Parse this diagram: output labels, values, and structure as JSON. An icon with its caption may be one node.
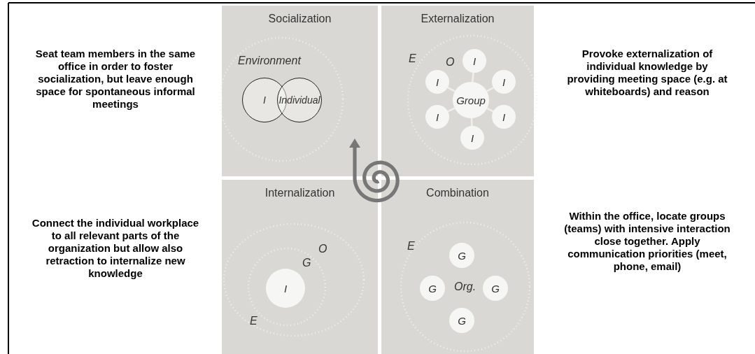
{
  "diagram": {
    "nodes": [
      {
        "text": [
          "Socialization"
        ]
      },
      {
        "text": [
          "I"
        ],
        "in": 0
      },
      {
        "text": [
          "Individual"
        ],
        "in": 0
      },
      {
        "text": [
          "Externalization"
        ]
      },
      {
        "text": [
          "Group"
        ],
        "in": 3
      },
      {
        "text": [
          "I"
        ],
        "in": 3
      },
      {
        "text": [
          "I"
        ],
        "in": 3
      },
      {
        "text": [
          "I"
        ],
        "in": 3
      },
      {
        "text": [
          "I"
        ],
        "in": 3
      },
      {
        "text": [
          "I"
        ],
        "in": 3
      },
      {
        "text": [
          "I"
        ],
        "in": 3
      },
      {
        "text": [
          "Internalization"
        ]
      },
      {
        "text": [
          "I"
        ],
        "in": 11
      },
      {
        "text": [
          "Combination"
        ]
      },
      {
        "text": [
          "G"
        ],
        "in": 13
      },
      {
        "text": [
          "G"
        ],
        "in": 13
      },
      {
        "text": [
          "G"
        ],
        "in": 13
      },
      {
        "text": [
          "G"
        ],
        "in": 13
      }
    ],
    "edges": [
      {
        "from": 4,
        "to": 5,
        "arrow": "none"
      },
      {
        "from": 4,
        "to": 6,
        "arrow": "none"
      },
      {
        "from": 4,
        "to": 7,
        "arrow": "none"
      },
      {
        "from": 4,
        "to": 8,
        "arrow": "none"
      },
      {
        "from": 4,
        "to": 9,
        "arrow": "none"
      },
      {
        "from": 4,
        "to": 10,
        "arrow": "none"
      }
    ],
    "labels": [
      "Seat team members in the same office in order to foster socialization, but leave enough space for spontaneous informal meetings",
      "Environment",
      "E",
      "O",
      "Provoke externalization of individual knowledge by providing meeting space (e.g. at whiteboards)  and reason",
      "Connect the individual workplace to all relevant parts of the organization but allow also retraction to internalize new knowledge",
      "O",
      "G",
      "E",
      "E",
      "Org.",
      "Within the office, locate groups (teams) with intensive interaction close together. Apply communication priorities (meet, phone, email)"
    ]
  }
}
